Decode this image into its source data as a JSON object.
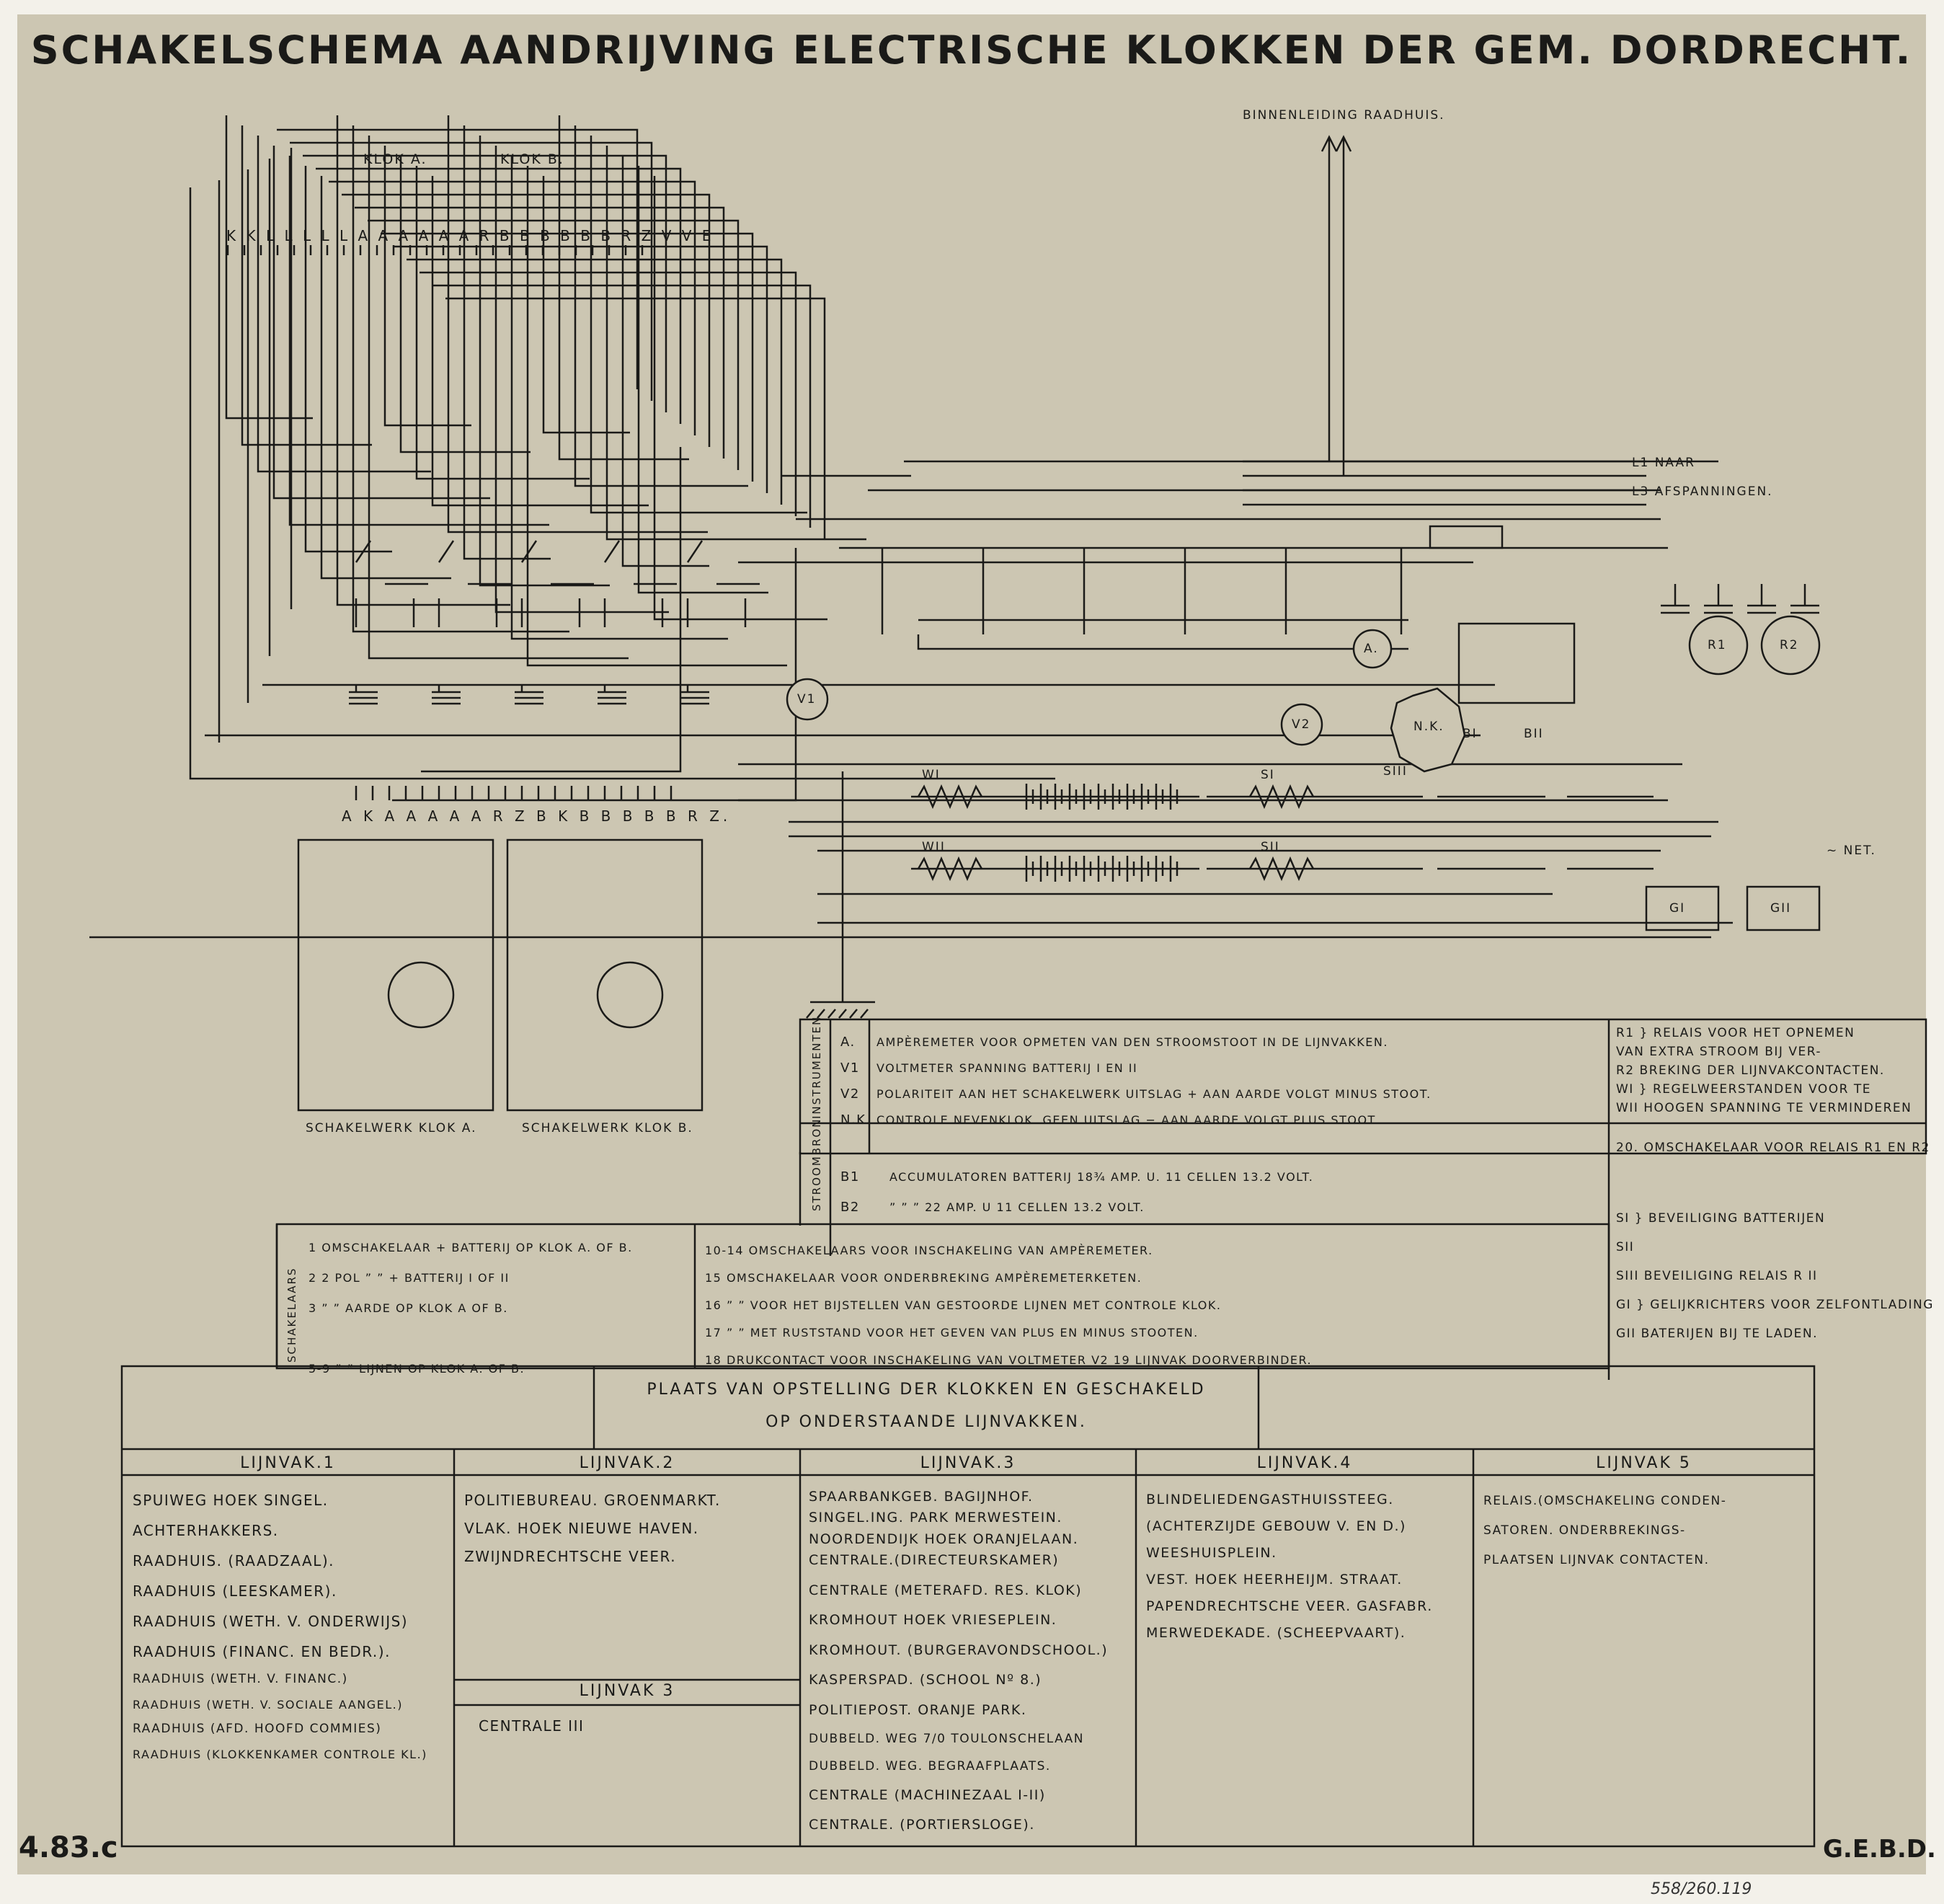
{
  "title": "SCHAKELSCHEMA AANDRIJVING ELECTRISCHE KLOKKEN DER GEM. DORDRECHT.",
  "labels": {
    "binnenleiding": "BINNENLEIDING RAADHUIS.",
    "klok_a": "KLOK A.",
    "klok_b": "KLOK B.",
    "terminals_top": "K K L L L L L A A A A A A R B B B B B B R Z V V E",
    "terminals_bottom": "A K A A A A A R Z B K B B B B B R Z.",
    "naar": "L1  NAAR",
    "afspanningen": "L3  AFSPANNINGEN.",
    "net": "~ NET.",
    "schakelwerk_a": "SCHAKELWERK KLOK A.",
    "schakelwerk_b": "SCHAKELWERK KLOK B.",
    "nk": "N.K.",
    "ampere": "A.",
    "v1": "V1",
    "v2": "V2",
    "b1": "BI",
    "b2": "BII",
    "w1": "WI",
    "w2": "WII",
    "s1": "SI",
    "s2": "SII",
    "s3": "SIII",
    "g1": "GI",
    "g2": "GII",
    "r1": "R1",
    "r2": "R2"
  },
  "legend": {
    "instrumenten_tag": "INSTRUMENTEN",
    "stroombron_tag": "STROOMBRON",
    "schakelaars_tag": "SCHAKELAARS",
    "instruments": [
      {
        "key": "A.",
        "text": "AMPÈREMETER VOOR OPMETEN VAN DEN STROOMSTOOT IN DE LIJNVAKKEN."
      },
      {
        "key": "V1",
        "text": "VOLTMETER SPANNING BATTERIJ I EN II"
      },
      {
        "key": "V2",
        "text": "POLARITEIT AAN HET SCHAKELWERK   UITSLAG + AAN AARDE VOLGT MINUS STOOT."
      },
      {
        "key": "N.K.",
        "text": "CONTROLE NEVENKLOK.   GEEN UITSLAG − AAN AARDE VOLGT PLUS STOOT."
      }
    ],
    "sources": [
      {
        "key": "B1",
        "text": "ACCUMULATOREN BATTERIJ 18¾ AMP. U.   11 CELLEN   13.2 VOLT."
      },
      {
        "key": "B2",
        "text": "”   ”   ”   22 AMP. U   11 CELLEN   13.2 VOLT."
      }
    ],
    "switches_left": [
      "1   OMSCHAKELAAR + BATTERIJ OP KLOK A. OF B.",
      "2   2 POL ” ” + BATTERIJ I OF II",
      "3   ” ” AARDE OP KLOK A OF B.",
      "5-9   ” ” LIJNEN OP KLOK A. OF B."
    ],
    "switches_right": [
      "10-14  OMSCHAKELAARS VOOR INSCHAKELING VAN AMPÈREMETER.",
      "15   OMSCHAKELAAR VOOR ONDERBREKING AMPÈREMETERKETEN.",
      "16   ” ” VOOR HET BIJSTELLEN VAN GESTOORDE LIJNEN MET CONTROLE KLOK.",
      "17   ” ” MET RUSTSTAND VOOR HET GEVEN VAN PLUS EN MINUS STOOTEN.",
      "18   DRUKCONTACT VOOR INSCHAKELING VAN VOLTMETER V2   19 LIJNVAK DOORVERBINDER."
    ],
    "relais": [
      "R1 } RELAIS VOOR HET OPNEMEN",
      "VAN EXTRA STROOM BIJ VER-",
      "R2   BREKING DER LIJNVAKCONTACTEN.",
      "WI } REGELWEERSTANDEN VOOR TE",
      "WII   HOOGEN SPANNING TE VERMINDEREN"
    ],
    "omschakelaar_20": "20. OMSCHAKELAAR VOOR RELAIS R1 EN R2",
    "beveiliging": [
      "SI } BEVEILIGING BATTERIJEN",
      "SII",
      "SIII BEVEILIGING RELAIS R II",
      "GI } GELIJKRICHTERS VOOR ZELFONTLADING",
      "GII   BATERIJEN BIJ TE LADEN."
    ]
  },
  "table": {
    "heading_1": "PLAATS VAN OPSTELLING DER KLOKKEN EN GESCHAKELD",
    "heading_2": "OP ONDERSTAANDE LIJNVAKKEN.",
    "columns": [
      {
        "header": "LIJNVAK.1",
        "rows": [
          "SPUIWEG HOEK SINGEL.",
          "ACHTERHAKKERS.",
          "RAADHUIS. (RAADZAAL).",
          "RAADHUIS (LEESKAMER).",
          "RAADHUIS (WETH. V. ONDERWIJS)",
          "RAADHUIS (FINANC. EN BEDR.).",
          "RAADHUIS (WETH. V. FINANC.)",
          "RAADHUIS (WETH. V. SOCIALE AANGEL.)",
          "RAADHUIS (AFD. HOOFD COMMIES)",
          "RAADHUIS (KLOKKENKAMER CONTROLE KL.)"
        ]
      },
      {
        "header": "LIJNVAK.2",
        "rows": [
          "POLITIEBUREAU. GROENMARKT.",
          "VLAK. HOEK NIEUWE HAVEN.",
          "ZWIJNDRECHTSCHE VEER."
        ]
      },
      {
        "header": "LIJNVAK.3",
        "rows": [
          "SPAARBANKGEB. BAGIJNHOF.",
          "SINGEL.ING. PARK MERWESTEIN.",
          "NOORDENDIJK HOEK ORANJELAAN.",
          "CENTRALE.(DIRECTEURSKAMER)",
          "CENTRALE (METERAFD. RES. KLOK)",
          "KROMHOUT HOEK VRIESEPLEIN.",
          "KROMHOUT. (BURGERAVONDSCHOOL.)",
          "KASPERSPAD. (SCHOOL Nº 8.)",
          "POLITIEPOST. ORANJE PARK.",
          "DUBBELD. WEG 7/0 TOULONSCHELAAN",
          "DUBBELD. WEG. BEGRAAFPLAATS.",
          "CENTRALE (MACHINEZAAL I-II)",
          "CENTRALE. (PORTIERSLOGE)."
        ]
      },
      {
        "header": "LIJNVAK.4",
        "rows": [
          "BLINDELIEDENGASTHUISSTEEG.",
          "(ACHTERZIJDE GEBOUW V. EN D.)",
          "WEESHUISPLEIN.",
          "VEST. HOEK HEERHEIJM. STRAAT.",
          "PAPENDRECHTSCHE VEER. GASFABR.",
          "MERWEDEKADE. (SCHEEPVAART)."
        ]
      },
      {
        "header": "LIJNVAK 5",
        "rows": [
          "RELAIS.(OMSCHAKELING CONDEN-",
          "SATOREN. ONDERBREKINGS-",
          "PLAATSEN LIJNVAK CONTACTEN."
        ]
      }
    ],
    "sub_header": "LIJNVAK 3",
    "sub_row": "CENTRALE   III"
  },
  "corner_left": "4.83.c",
  "corner_right": "G.E.B.D.",
  "stamp": "558/260.119"
}
